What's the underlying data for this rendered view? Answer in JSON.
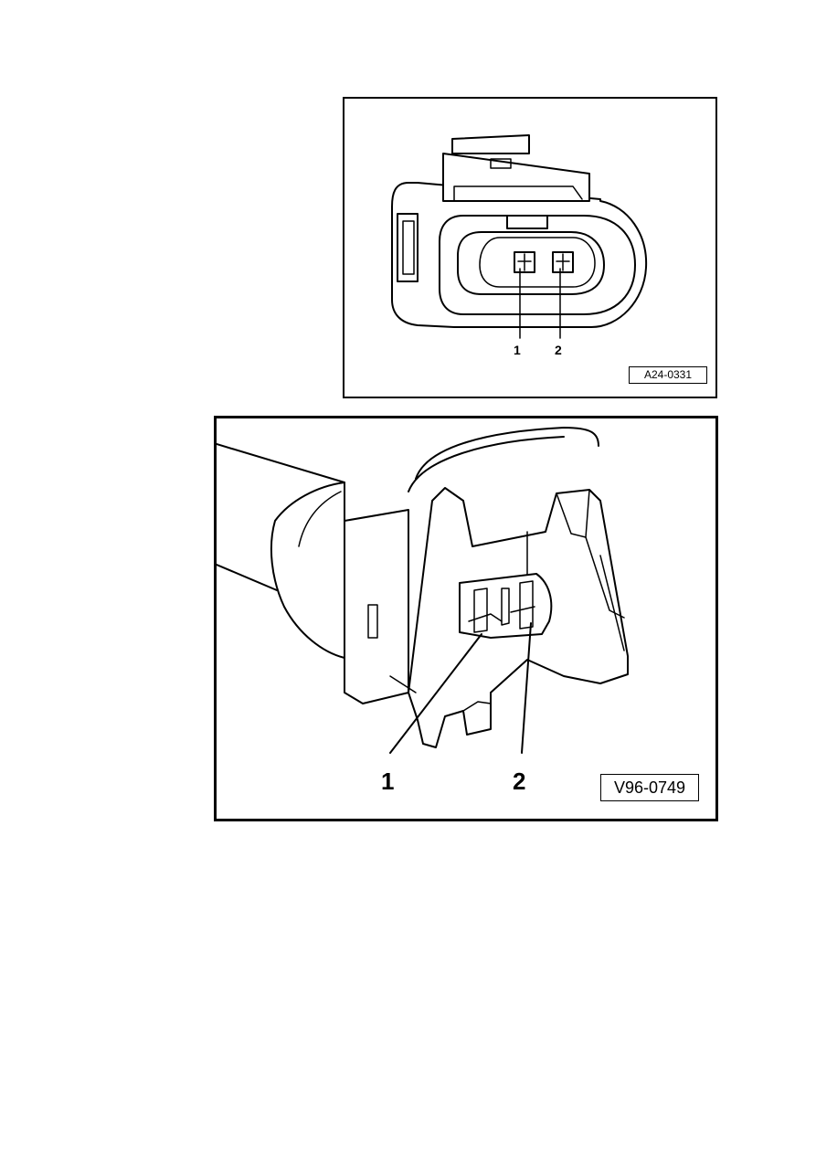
{
  "figures": [
    {
      "reference": "A24-0331",
      "callouts": [
        "1",
        "2"
      ]
    },
    {
      "reference": "V96-0749",
      "callouts": [
        "1",
        "2"
      ]
    }
  ]
}
